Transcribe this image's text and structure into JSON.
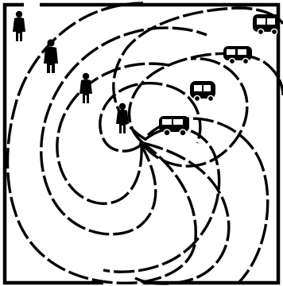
{
  "diagram": {
    "kind": "spiral-arms-illustration",
    "colors": {
      "ink": "#000000",
      "paper": "#ffffff"
    },
    "arm_count": 4,
    "line_style": "dashed",
    "people_count": 4,
    "vehicle_count": 4,
    "icons": [
      "person-icon",
      "camper-van-icon"
    ]
  }
}
